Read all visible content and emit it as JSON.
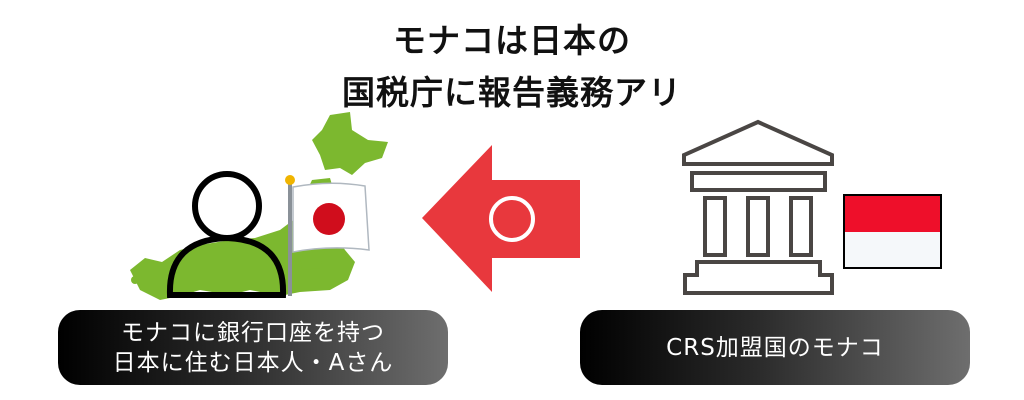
{
  "title": {
    "line1": "モナコは日本の",
    "line2": "国税庁に報告義務アリ"
  },
  "left_label": {
    "line1": "モナコに銀行口座を持つ",
    "line2": "日本に住む日本人・Aさん"
  },
  "right_label": {
    "text": "CRS加盟国のモナコ"
  },
  "colors": {
    "arrow": "#e8383d",
    "map": "#7cb82f",
    "japan_red": "#d00d1c",
    "monaco_red": "#ee0f2a"
  },
  "icons": [
    "japan-map-icon",
    "person-icon",
    "japan-flag-icon",
    "arrow-left-icon",
    "bank-icon",
    "monaco-flag-icon"
  ]
}
